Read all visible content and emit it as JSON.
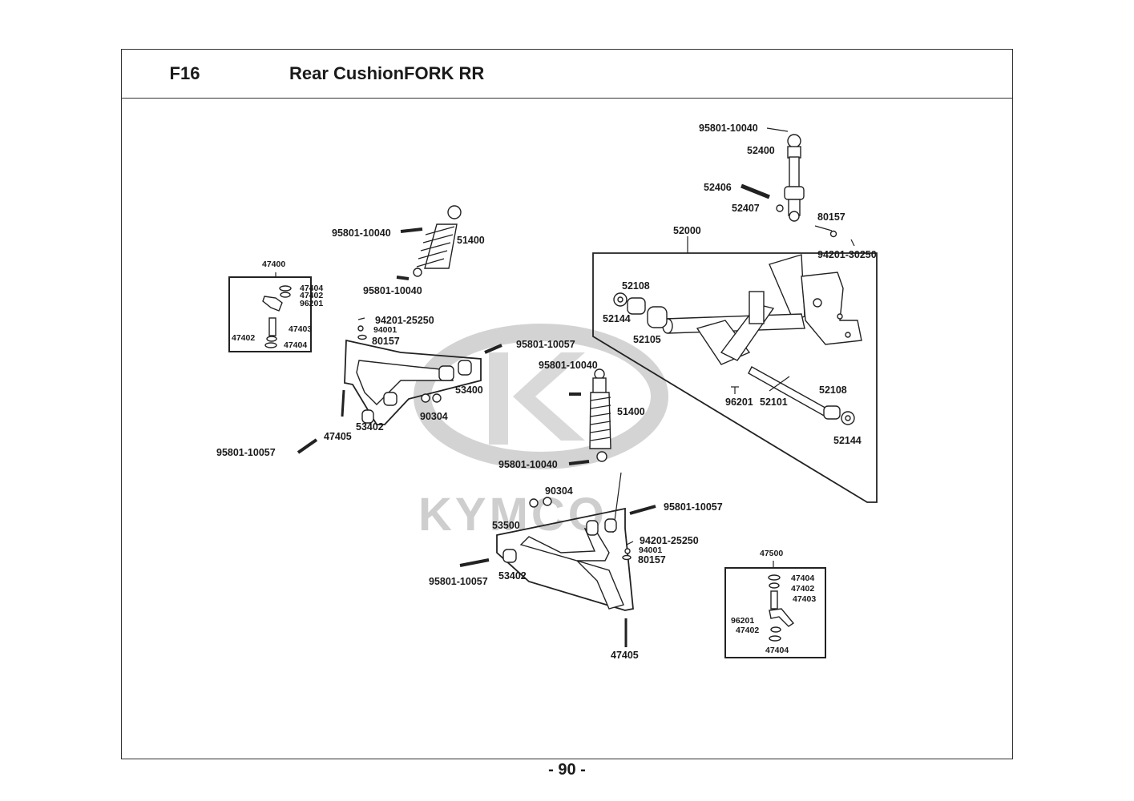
{
  "header": {
    "code": "F16",
    "title": "Rear CushionFORK  RR"
  },
  "watermark": {
    "text": "KYMCO"
  },
  "footer": {
    "page_number": "- 90 -"
  },
  "labels": {
    "top_bolt": "95801-10040",
    "shock_52400": "52400",
    "pin_52406": "52406",
    "washer_52407": "52407",
    "nut_80157_top": "80157",
    "arm_52000": "52000",
    "pin_94201_30250": "94201-30250",
    "collar_52108_a": "52108",
    "washer_52144_a": "52144",
    "bush_52105": "52105",
    "pin_96201_r": "96201",
    "shaft_52101": "52101",
    "collar_52108_b": "52108",
    "washer_52144_b": "52144",
    "left_shock_bolt_top": "95801-10040",
    "left_shock_51400": "51400",
    "left_shock_bolt_bottom": "95801-10040",
    "kit_47400": "47400",
    "kit_47400_47404_a": "47404",
    "kit_47400_47402_a": "47402",
    "kit_47400_96201": "96201",
    "kit_47400_47403": "47403",
    "kit_47400_47402_b": "47402",
    "kit_47400_47404_b": "47404",
    "upper_pin_94201": "94201-25250",
    "upper_washer_94001": "94001",
    "upper_nut_80157": "80157",
    "upper_bolt_95801_10057": "95801-10057",
    "upper_arm_53400": "53400",
    "upper_bush_53402": "53402",
    "upper_bush_90304": "90304",
    "upper_47405": "47405",
    "left_long_bolt": "95801-10057",
    "mid_shock_bolt_top": "95801-10040",
    "mid_shock_51400": "51400",
    "mid_shock_bolt_bottom": "95801-10040",
    "lower_90304": "90304",
    "lower_bolt_right": "95801-10057",
    "lower_arm_53500": "53500",
    "lower_pin_94201": "94201-25250",
    "lower_washer_94001": "94001",
    "lower_nut_80157": "80157",
    "lower_bolt_left": "95801-10057",
    "lower_bush_53402": "53402",
    "lower_47405": "47405",
    "kit_47500": "47500",
    "kit_47500_47404_a": "47404",
    "kit_47500_47402_a": "47402",
    "kit_47500_47403": "47403",
    "kit_47500_96201": "96201",
    "kit_47500_47402_b": "47402",
    "kit_47500_47404_b": "47404"
  }
}
